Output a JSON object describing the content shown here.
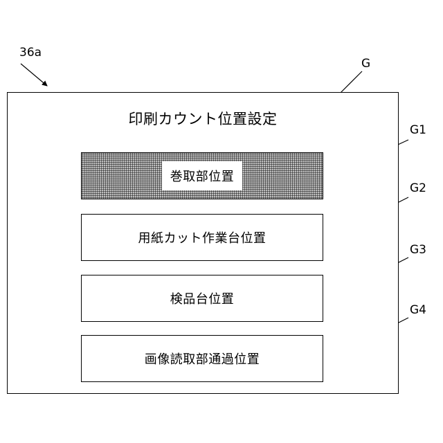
{
  "refs": {
    "figure": "36a",
    "screen": "G",
    "button_1": "G1",
    "button_2": "G2",
    "button_3": "G3",
    "button_4": "G4"
  },
  "screen": {
    "title": "印刷カウント位置設定",
    "buttons": [
      {
        "label": "巻取部位置",
        "selected": true
      },
      {
        "label": "用紙カット作業台位置",
        "selected": false
      },
      {
        "label": "検品台位置",
        "selected": false
      },
      {
        "label": "画像読取部通過位置",
        "selected": false
      }
    ]
  }
}
